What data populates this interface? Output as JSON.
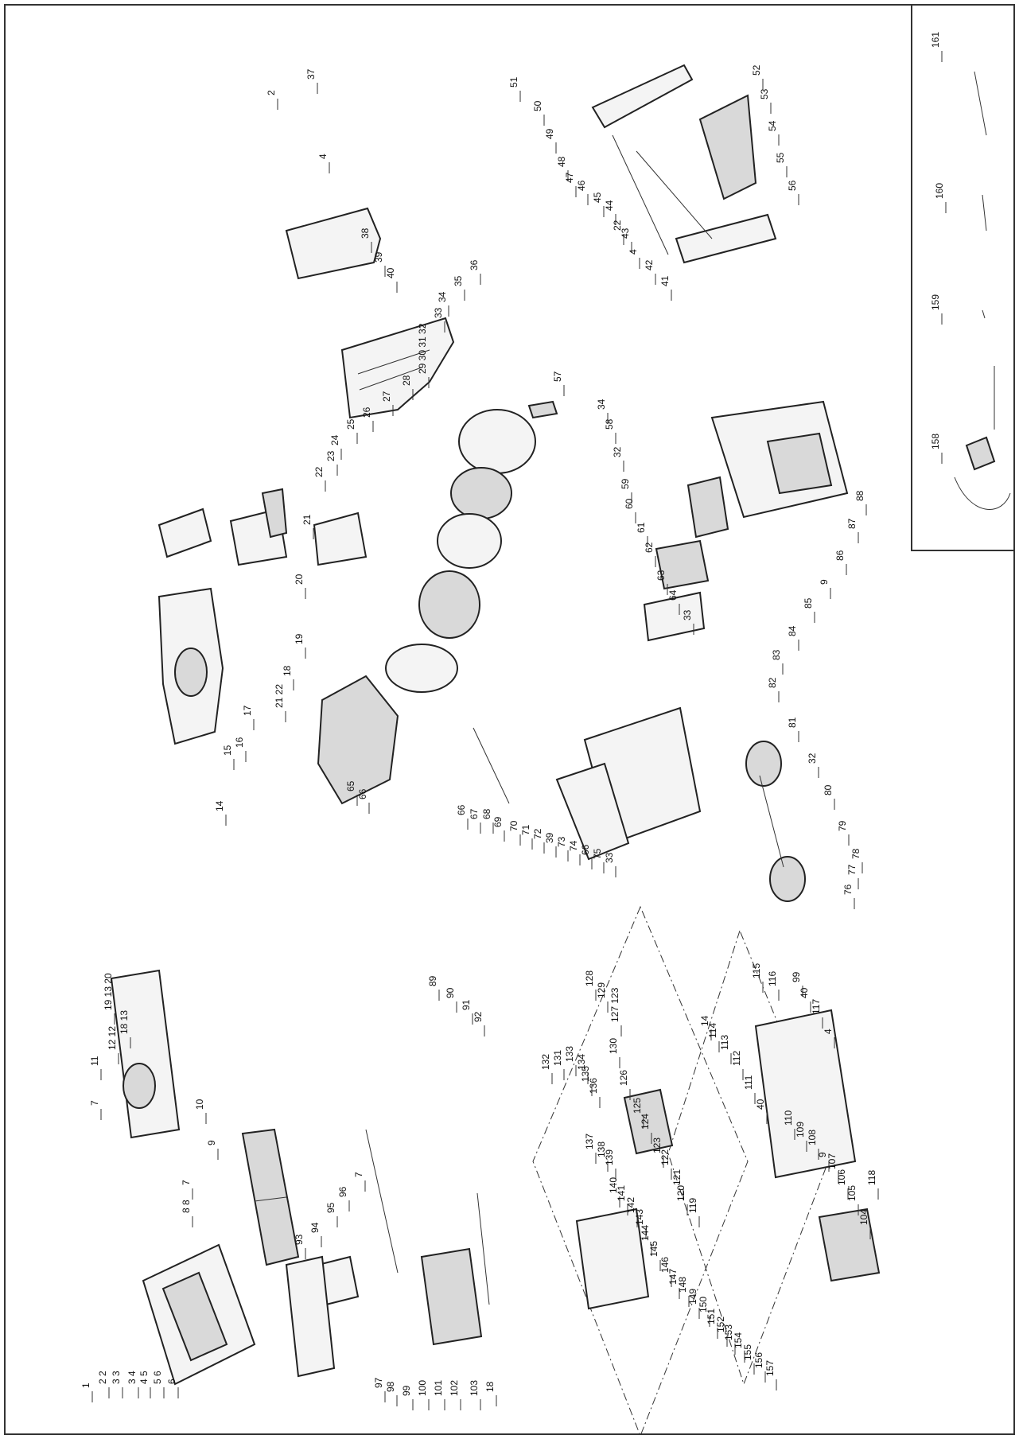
{
  "diagram": {
    "type": "exploded-parts-view",
    "callouts": [
      {
        "id": "c1",
        "text": "1"
      },
      {
        "id": "c2",
        "text": "2 2"
      },
      {
        "id": "c3",
        "text": "3 3"
      },
      {
        "id": "c4",
        "text": "3 4"
      },
      {
        "id": "c5",
        "text": "4 5"
      },
      {
        "id": "c6",
        "text": "5 6"
      },
      {
        "id": "c7",
        "text": "6"
      },
      {
        "id": "c8",
        "text": "7"
      },
      {
        "id": "c9",
        "text": "8 8"
      },
      {
        "id": "c10",
        "text": "9"
      },
      {
        "id": "c11",
        "text": "10"
      },
      {
        "id": "c12",
        "text": "7"
      },
      {
        "id": "c13",
        "text": "11"
      },
      {
        "id": "c14",
        "text": "12 12"
      },
      {
        "id": "c15",
        "text": "18 13"
      },
      {
        "id": "c16",
        "text": "19 13 20"
      },
      {
        "id": "c17",
        "text": "14"
      },
      {
        "id": "c18",
        "text": "15"
      },
      {
        "id": "c19",
        "text": "16"
      },
      {
        "id": "c20",
        "text": "17"
      },
      {
        "id": "c21",
        "text": "21 22"
      },
      {
        "id": "c22",
        "text": "18"
      },
      {
        "id": "c23",
        "text": "19"
      },
      {
        "id": "c24",
        "text": "20"
      },
      {
        "id": "c25",
        "text": "21"
      },
      {
        "id": "c26",
        "text": "22"
      },
      {
        "id": "c27",
        "text": "23"
      },
      {
        "id": "c28",
        "text": "24"
      },
      {
        "id": "c29",
        "text": "25"
      },
      {
        "id": "c30",
        "text": "26"
      },
      {
        "id": "c31",
        "text": "27"
      },
      {
        "id": "c32",
        "text": "28"
      },
      {
        "id": "c33",
        "text": "29 30 31 32"
      },
      {
        "id": "c34",
        "text": "33"
      },
      {
        "id": "c35",
        "text": "34"
      },
      {
        "id": "c36",
        "text": "35"
      },
      {
        "id": "c37",
        "text": "36"
      },
      {
        "id": "c38",
        "text": "2"
      },
      {
        "id": "c39",
        "text": "37"
      },
      {
        "id": "c40",
        "text": "4"
      },
      {
        "id": "c41",
        "text": "38"
      },
      {
        "id": "c42",
        "text": "39"
      },
      {
        "id": "c43",
        "text": "40"
      },
      {
        "id": "c44",
        "text": "51"
      },
      {
        "id": "c45",
        "text": "50"
      },
      {
        "id": "c46",
        "text": "49"
      },
      {
        "id": "c47",
        "text": "48"
      },
      {
        "id": "c48",
        "text": "47"
      },
      {
        "id": "c49",
        "text": "46"
      },
      {
        "id": "c50",
        "text": "45"
      },
      {
        "id": "c51",
        "text": "44"
      },
      {
        "id": "c52",
        "text": "22"
      },
      {
        "id": "c53",
        "text": "43"
      },
      {
        "id": "c54",
        "text": "4"
      },
      {
        "id": "c55",
        "text": "42"
      },
      {
        "id": "c56",
        "text": "41"
      },
      {
        "id": "c57",
        "text": "52"
      },
      {
        "id": "c58",
        "text": "53"
      },
      {
        "id": "c59",
        "text": "54"
      },
      {
        "id": "c60",
        "text": "55"
      },
      {
        "id": "c61",
        "text": "56"
      },
      {
        "id": "c62",
        "text": "57"
      },
      {
        "id": "c63",
        "text": "34"
      },
      {
        "id": "c64",
        "text": "58"
      },
      {
        "id": "c65",
        "text": "32"
      },
      {
        "id": "c66",
        "text": "59"
      },
      {
        "id": "c67",
        "text": "60"
      },
      {
        "id": "c68",
        "text": "61"
      },
      {
        "id": "c69",
        "text": "62"
      },
      {
        "id": "c70",
        "text": "63"
      },
      {
        "id": "c71",
        "text": "64"
      },
      {
        "id": "c72",
        "text": "33"
      },
      {
        "id": "c73",
        "text": "65"
      },
      {
        "id": "c74",
        "text": "66"
      },
      {
        "id": "c75",
        "text": "66"
      },
      {
        "id": "c76",
        "text": "67"
      },
      {
        "id": "c77",
        "text": "68"
      },
      {
        "id": "c78",
        "text": "69"
      },
      {
        "id": "c79",
        "text": "70"
      },
      {
        "id": "c80",
        "text": "71"
      },
      {
        "id": "c81",
        "text": "72"
      },
      {
        "id": "c82",
        "text": "39"
      },
      {
        "id": "c83",
        "text": "73"
      },
      {
        "id": "c84",
        "text": "74"
      },
      {
        "id": "c85",
        "text": "66"
      },
      {
        "id": "c86",
        "text": "75"
      },
      {
        "id": "c87",
        "text": "33"
      },
      {
        "id": "c88",
        "text": "76"
      },
      {
        "id": "c89",
        "text": "77"
      },
      {
        "id": "c90",
        "text": "78"
      },
      {
        "id": "c91",
        "text": "79"
      },
      {
        "id": "c92",
        "text": "80"
      },
      {
        "id": "c93",
        "text": "32"
      },
      {
        "id": "c94",
        "text": "81"
      },
      {
        "id": "c95",
        "text": "82"
      },
      {
        "id": "c96",
        "text": "83"
      },
      {
        "id": "c97",
        "text": "84"
      },
      {
        "id": "c98",
        "text": "85"
      },
      {
        "id": "c99",
        "text": "9"
      },
      {
        "id": "c100",
        "text": "86"
      },
      {
        "id": "c101",
        "text": "87"
      },
      {
        "id": "c102",
        "text": "88"
      },
      {
        "id": "c103",
        "text": "89"
      },
      {
        "id": "c104",
        "text": "90"
      },
      {
        "id": "c105",
        "text": "91"
      },
      {
        "id": "c106",
        "text": "92"
      },
      {
        "id": "c107",
        "text": "93"
      },
      {
        "id": "c108",
        "text": "94"
      },
      {
        "id": "c109",
        "text": "95"
      },
      {
        "id": "c110",
        "text": "96"
      },
      {
        "id": "c111",
        "text": "7"
      },
      {
        "id": "c112",
        "text": "97"
      },
      {
        "id": "c113",
        "text": "98"
      },
      {
        "id": "c114",
        "text": "99"
      },
      {
        "id": "c115",
        "text": "100"
      },
      {
        "id": "c116",
        "text": "101"
      },
      {
        "id": "c117",
        "text": "102"
      },
      {
        "id": "c118",
        "text": "103"
      },
      {
        "id": "c119",
        "text": "18"
      },
      {
        "id": "c120",
        "text": "128"
      },
      {
        "id": "c121",
        "text": "129"
      },
      {
        "id": "c122",
        "text": "127 123"
      },
      {
        "id": "c123",
        "text": "130"
      },
      {
        "id": "c124",
        "text": "126"
      },
      {
        "id": "c125",
        "text": "125"
      },
      {
        "id": "c126",
        "text": "124"
      },
      {
        "id": "c127",
        "text": "123"
      },
      {
        "id": "c128",
        "text": "122"
      },
      {
        "id": "c129",
        "text": "121"
      },
      {
        "id": "c130",
        "text": "120"
      },
      {
        "id": "c131",
        "text": "119"
      },
      {
        "id": "c132",
        "text": "132"
      },
      {
        "id": "c133",
        "text": "131"
      },
      {
        "id": "c134",
        "text": "133"
      },
      {
        "id": "c135",
        "text": "134"
      },
      {
        "id": "c136",
        "text": "135"
      },
      {
        "id": "c137",
        "text": "136"
      },
      {
        "id": "c138",
        "text": "137"
      },
      {
        "id": "c139",
        "text": "138"
      },
      {
        "id": "c140",
        "text": "139"
      },
      {
        "id": "c141",
        "text": "140"
      },
      {
        "id": "c142",
        "text": "141"
      },
      {
        "id": "c143",
        "text": "142"
      },
      {
        "id": "c144",
        "text": "143"
      },
      {
        "id": "c145",
        "text": "144"
      },
      {
        "id": "c146",
        "text": "145"
      },
      {
        "id": "c147",
        "text": "146"
      },
      {
        "id": "c148",
        "text": "147"
      },
      {
        "id": "c149",
        "text": "148"
      },
      {
        "id": "c150",
        "text": "149"
      },
      {
        "id": "c151",
        "text": "150"
      },
      {
        "id": "c152",
        "text": "151"
      },
      {
        "id": "c153",
        "text": "152"
      },
      {
        "id": "c154",
        "text": "153"
      },
      {
        "id": "c155",
        "text": "154"
      },
      {
        "id": "c156",
        "text": "155"
      },
      {
        "id": "c157",
        "text": "156"
      },
      {
        "id": "c158",
        "text": "157"
      },
      {
        "id": "c159",
        "text": "115"
      },
      {
        "id": "c160",
        "text": "116"
      },
      {
        "id": "c161",
        "text": "99"
      },
      {
        "id": "c162",
        "text": "40"
      },
      {
        "id": "c163",
        "text": "117"
      },
      {
        "id": "c164",
        "text": "4"
      },
      {
        "id": "c165",
        "text": "14"
      },
      {
        "id": "c166",
        "text": "114"
      },
      {
        "id": "c167",
        "text": "113"
      },
      {
        "id": "c168",
        "text": "112"
      },
      {
        "id": "c169",
        "text": "111"
      },
      {
        "id": "c170",
        "text": "40"
      },
      {
        "id": "c171",
        "text": "110"
      },
      {
        "id": "c172",
        "text": "109"
      },
      {
        "id": "c173",
        "text": "108"
      },
      {
        "id": "c174",
        "text": "9"
      },
      {
        "id": "c175",
        "text": "107"
      },
      {
        "id": "c176",
        "text": "106"
      },
      {
        "id": "c177",
        "text": "105"
      },
      {
        "id": "c178",
        "text": "104"
      },
      {
        "id": "c179",
        "text": "118"
      },
      {
        "id": "c180",
        "text": "161"
      },
      {
        "id": "c181",
        "text": "160"
      },
      {
        "id": "c182",
        "text": "159"
      },
      {
        "id": "c183",
        "text": "158"
      }
    ]
  }
}
